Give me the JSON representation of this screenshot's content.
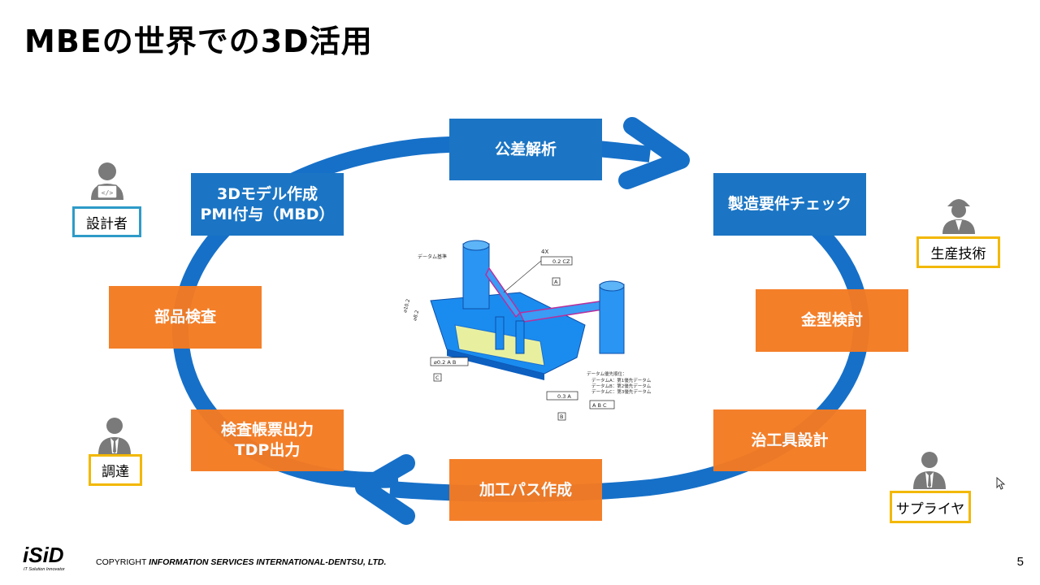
{
  "slide": {
    "title": "MBEの世界での3D活用",
    "page_number": "5"
  },
  "process": {
    "tolerance_analysis": "公差解析",
    "mfg_check": "製造要件チェック",
    "model_creation": "3Dモデル作成\nPMI付与（MBD）",
    "mold_review": "金型検討",
    "part_inspection": "部品検査",
    "jig_design": "治工具設計",
    "report_output": "検査帳票出力\nTDP出力",
    "toolpath": "加工パス作成"
  },
  "roles": {
    "designer": "設計者",
    "production_eng": "生産技術",
    "procurement": "調達",
    "supplier": "サプライヤ"
  },
  "drawing": {
    "datum_note": "データム基準",
    "qty": "4X",
    "flatness_value": "0.2 CZ",
    "datum_a": "A",
    "position_value": "⌀0.2 A B",
    "datum_c": "C",
    "angularity_value": "0.3 A",
    "datum_b": "B",
    "datum_frame": "A B C",
    "priority_title": "データム優先順位：",
    "priority_a": "データムA：第1優先データム",
    "priority_b": "データムB：第2優先データム",
    "priority_c": "データムC：第3優先データム",
    "dim_1": "⌀10.2",
    "dim_2": "⌀8.2"
  },
  "footer": {
    "logo": "iSiD",
    "logo_tagline": "IT Solution Innovator",
    "copyright_prefix": "COPYRIGHT",
    "copyright_company": "INFORMATION SERVICES INTERNATIONAL-DENTSU, LTD."
  },
  "colors": {
    "blue_box": "#1b75c4",
    "orange_box": "#f47a21",
    "cycle_arrow": "#1670c8",
    "role_border_blue": "#2e9bc8",
    "role_border_yellow": "#f2b800"
  }
}
